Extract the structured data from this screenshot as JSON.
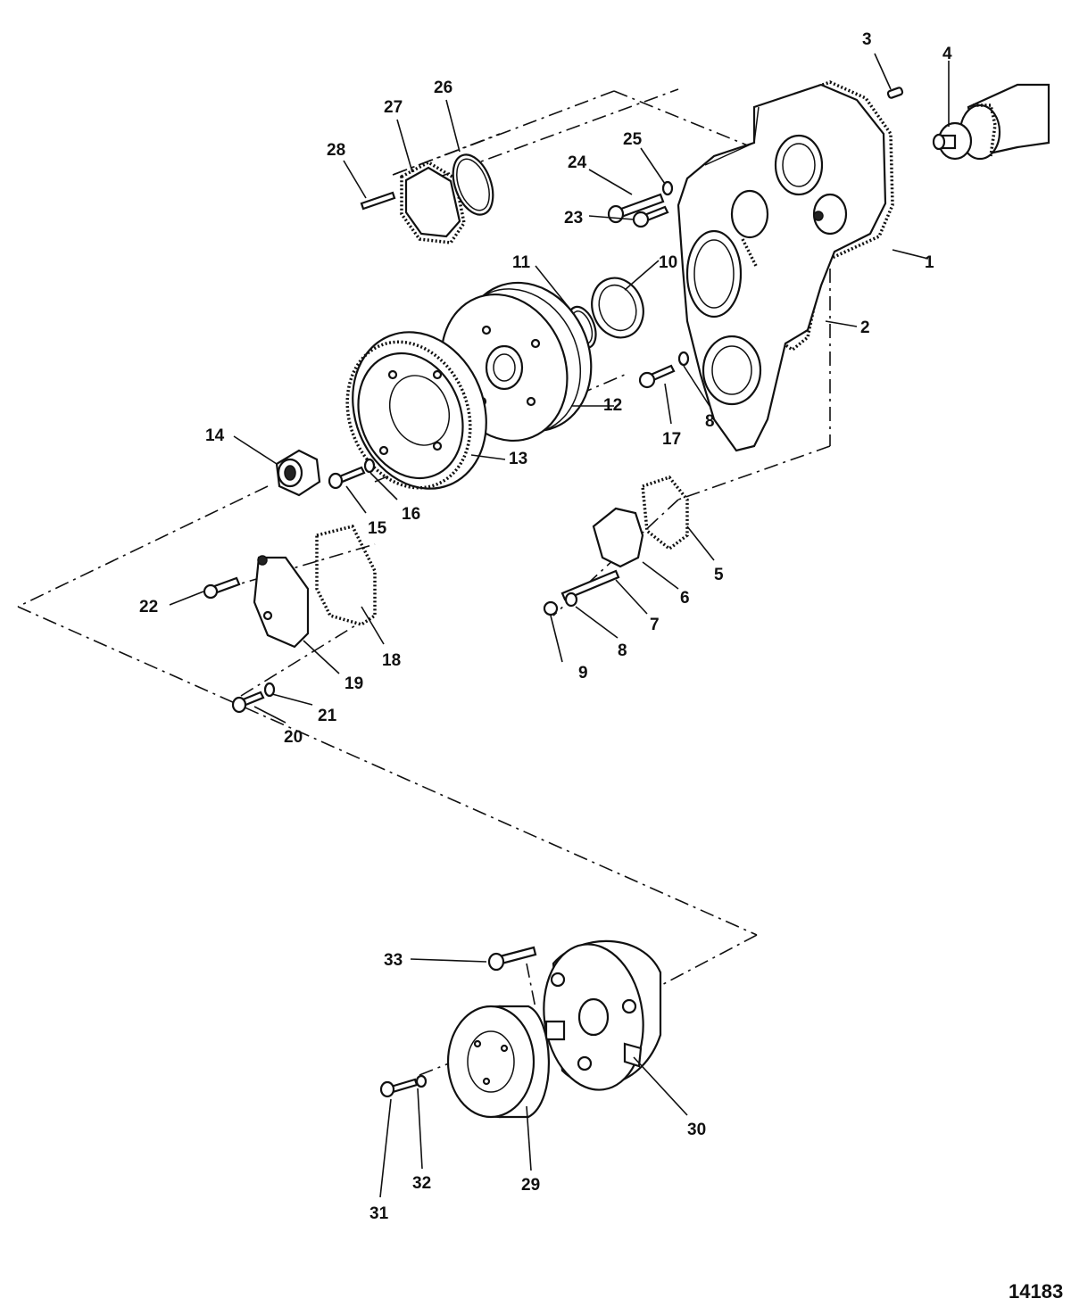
{
  "figure": {
    "number": "14183",
    "callouts": [
      "1",
      "2",
      "3",
      "4",
      "5",
      "6",
      "7",
      "8",
      "8",
      "9",
      "10",
      "11",
      "12",
      "13",
      "14",
      "15",
      "16",
      "17",
      "18",
      "19",
      "20",
      "21",
      "22",
      "23",
      "24",
      "25",
      "26",
      "27",
      "28",
      "29",
      "30",
      "31",
      "32",
      "33"
    ]
  },
  "colors": {
    "ink": "#111111",
    "paper": "#ffffff"
  }
}
